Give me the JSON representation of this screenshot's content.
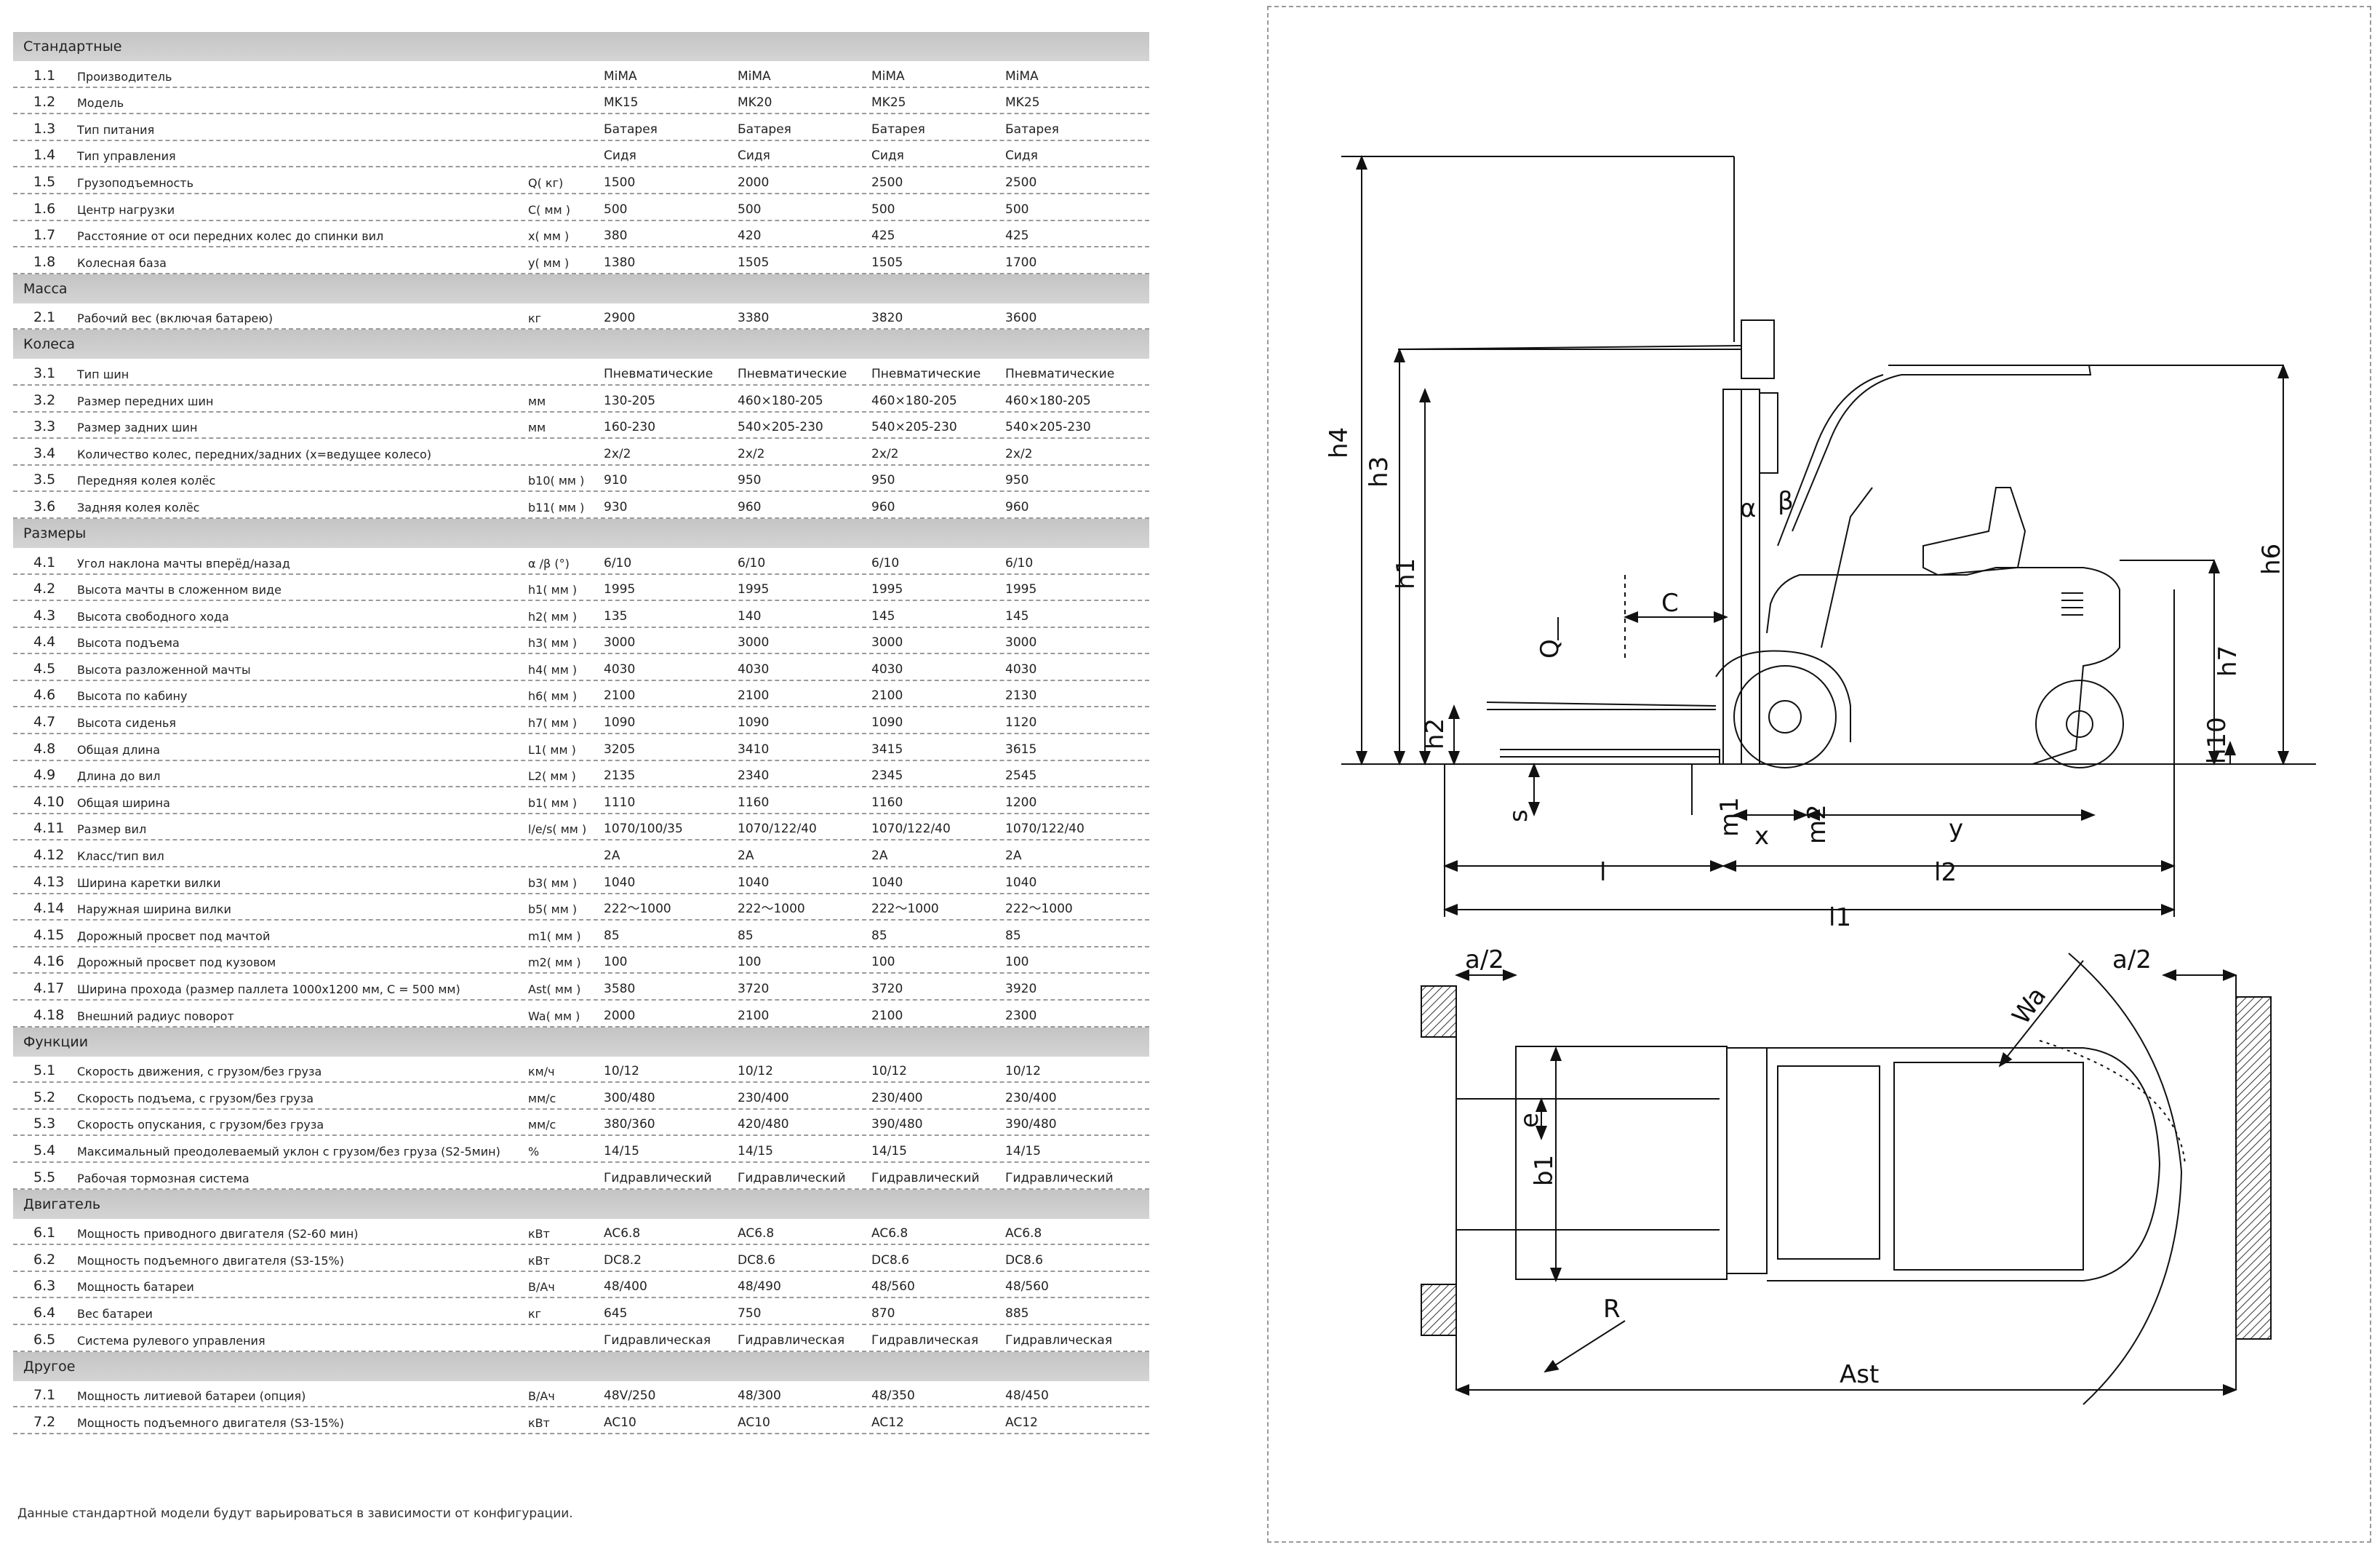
{
  "sections": [
    {
      "title": "Стандартные",
      "rows": [
        {
          "num": "1.1",
          "name": "Производитель",
          "unit": "",
          "v": [
            "MiMA",
            "MiMA",
            "MiMA",
            "MiMA"
          ]
        },
        {
          "num": "1.2",
          "name": "Модель",
          "unit": "",
          "v": [
            "MK15",
            "MK20",
            "MK25",
            "MK25"
          ]
        },
        {
          "num": "1.3",
          "name": "Тип питания",
          "unit": "",
          "v": [
            "Батарея",
            "Батарея",
            "Батарея",
            "Батарея"
          ]
        },
        {
          "num": "1.4",
          "name": "Тип управления",
          "unit": "",
          "v": [
            "Сидя",
            "Сидя",
            "Сидя",
            "Сидя"
          ]
        },
        {
          "num": "1.5",
          "name": "Грузоподъемность",
          "unit": "Q( кг)",
          "v": [
            "1500",
            "2000",
            "2500",
            "2500"
          ]
        },
        {
          "num": "1.6",
          "name": "Центр нагрузки",
          "unit": "C( мм )",
          "v": [
            "500",
            "500",
            "500",
            "500"
          ]
        },
        {
          "num": "1.7",
          "name": "Расстояние от оси передних колес до спинки вил",
          "unit": "x( мм )",
          "v": [
            "380",
            "420",
            "425",
            "425"
          ]
        },
        {
          "num": "1.8",
          "name": "Колесная база",
          "unit": "y( мм )",
          "v": [
            "1380",
            "1505",
            "1505",
            "1700"
          ]
        }
      ]
    },
    {
      "title": "Масса",
      "rows": [
        {
          "num": "2.1",
          "name": "Рабочий вес (включая батарею)",
          "unit": "кг",
          "v": [
            "2900",
            "3380",
            "3820",
            "3600"
          ]
        }
      ]
    },
    {
      "title": "Колеса",
      "rows": [
        {
          "num": "3.1",
          "name": "Тип шин",
          "unit": "",
          "v": [
            "Пневматические",
            "Пневматические",
            "Пневматические",
            "Пневматические"
          ]
        },
        {
          "num": "3.2",
          "name": "Размер передних шин",
          "unit": "мм",
          "v": [
            "130-205",
            "460×180-205",
            "460×180-205",
            "460×180-205"
          ]
        },
        {
          "num": "3.3",
          "name": "Размер задних шин",
          "unit": "мм",
          "v": [
            "160-230",
            "540×205-230",
            "540×205-230",
            "540×205-230"
          ]
        },
        {
          "num": "3.4",
          "name": "Количество колес, передних/задних (x=ведущее колесо)",
          "unit": "",
          "v": [
            "2x/2",
            "2x/2",
            "2x/2",
            "2x/2"
          ]
        },
        {
          "num": "3.5",
          "name": "Передняя колея колёс",
          "unit": "b10( мм )",
          "v": [
            "910",
            "950",
            "950",
            "950"
          ]
        },
        {
          "num": "3.6",
          "name": "Задняя колея колёс",
          "unit": "b11( мм )",
          "v": [
            "930",
            "960",
            "960",
            "960"
          ]
        }
      ]
    },
    {
      "title": "Размеры",
      "rows": [
        {
          "num": "4.1",
          "name": "Угол наклона мачты вперёд/назад",
          "unit": "α /β (°)",
          "v": [
            "6/10",
            "6/10",
            "6/10",
            "6/10"
          ]
        },
        {
          "num": "4.2",
          "name": "Высота мачты в сложенном виде",
          "unit": "h1( мм )",
          "v": [
            "1995",
            "1995",
            "1995",
            "1995"
          ]
        },
        {
          "num": "4.3",
          "name": "Высота свободного хода",
          "unit": "h2( мм )",
          "v": [
            "135",
            "140",
            "145",
            "145"
          ]
        },
        {
          "num": "4.4",
          "name": "Высота подъема",
          "unit": "h3( мм )",
          "v": [
            "3000",
            "3000",
            "3000",
            "3000"
          ]
        },
        {
          "num": "4.5",
          "name": "Высота разложенной мачты",
          "unit": "h4( мм )",
          "v": [
            "4030",
            "4030",
            "4030",
            "4030"
          ]
        },
        {
          "num": "4.6",
          "name": "Высота по кабину",
          "unit": "h6( мм )",
          "v": [
            "2100",
            "2100",
            "2100",
            "2130"
          ]
        },
        {
          "num": "4.7",
          "name": "Высота сиденья",
          "unit": "h7( мм )",
          "v": [
            "1090",
            "1090",
            "1090",
            "1120"
          ]
        },
        {
          "num": "4.8",
          "name": "Общая длина",
          "unit": "L1( мм )",
          "v": [
            "3205",
            "3410",
            "3415",
            "3615"
          ]
        },
        {
          "num": "4.9",
          "name": "Длина до вил",
          "unit": "L2( мм )",
          "v": [
            "2135",
            "2340",
            "2345",
            "2545"
          ]
        },
        {
          "num": "4.10",
          "name": "Общая ширина",
          "unit": "b1( мм )",
          "v": [
            "1110",
            "1160",
            "1160",
            "1200"
          ]
        },
        {
          "num": "4.11",
          "name": "Размер вил",
          "unit": "l/e/s( мм )",
          "v": [
            "1070/100/35",
            "1070/122/40",
            "1070/122/40",
            "1070/122/40"
          ]
        },
        {
          "num": "4.12",
          "name": "Класс/тип вил",
          "unit": "",
          "v": [
            "2A",
            "2A",
            "2A",
            "2A"
          ]
        },
        {
          "num": "4.13",
          "name": "Ширина каретки вилки",
          "unit": "b3( мм )",
          "v": [
            "1040",
            "1040",
            "1040",
            "1040"
          ]
        },
        {
          "num": "4.14",
          "name": "Наружная ширина вилки",
          "unit": "b5( мм )",
          "v": [
            "222～1000",
            "222～1000",
            "222～1000",
            "222～1000"
          ]
        },
        {
          "num": "4.15",
          "name": "Дорожный просвет под мачтой",
          "unit": "m1( мм )",
          "v": [
            "85",
            "85",
            "85",
            "85"
          ]
        },
        {
          "num": "4.16",
          "name": "Дорожный просвет под кузовом",
          "unit": "m2( мм )",
          "v": [
            "100",
            "100",
            "100",
            "100"
          ]
        },
        {
          "num": "4.17",
          "name": "Ширина прохода (размер паллета 1000x1200 мм, C = 500 мм)",
          "unit": "Ast( мм )",
          "v": [
            "3580",
            "3720",
            "3720",
            "3920"
          ]
        },
        {
          "num": "4.18",
          "name": "Внешний радиус поворот",
          "unit": "Wa( мм )",
          "v": [
            "2000",
            "2100",
            "2100",
            "2300"
          ]
        }
      ]
    },
    {
      "title": "Функции",
      "rows": [
        {
          "num": "5.1",
          "name": "Скорость движения, с грузом/без груза",
          "unit": "км/ч",
          "v": [
            "10/12",
            "10/12",
            "10/12",
            "10/12"
          ]
        },
        {
          "num": "5.2",
          "name": "Скорость подъема, с грузом/без груза",
          "unit": "мм/с",
          "v": [
            "300/480",
            "230/400",
            "230/400",
            "230/400"
          ]
        },
        {
          "num": "5.3",
          "name": "Скорость опускания, с грузом/без груза",
          "unit": "мм/с",
          "v": [
            "380/360",
            "420/480",
            "390/480",
            "390/480"
          ]
        },
        {
          "num": "5.4",
          "name": "Максимальный преодолеваемый уклон с грузом/без груза (S2-5мин)",
          "unit": "%",
          "v": [
            "14/15",
            "14/15",
            "14/15",
            "14/15"
          ]
        },
        {
          "num": "5.5",
          "name": "Рабочая тормозная система",
          "unit": "",
          "v": [
            "Гидравлический",
            "Гидравлический",
            "Гидравлический",
            "Гидравлический"
          ]
        }
      ]
    },
    {
      "title": "Двигатель",
      "rows": [
        {
          "num": "6.1",
          "name": "Мощность приводного двигателя (S2-60 мин)",
          "unit": "кВт",
          "v": [
            "AC6.8",
            "AC6.8",
            "AC6.8",
            "AC6.8"
          ]
        },
        {
          "num": "6.2",
          "name": "Мощность подъемного двигателя (S3-15%)",
          "unit": "кВт",
          "v": [
            "DC8.2",
            "DC8.6",
            "DC8.6",
            "DC8.6"
          ]
        },
        {
          "num": "6.3",
          "name": "Мощность батареи",
          "unit": "В/Ач",
          "v": [
            "48/400",
            "48/490",
            "48/560",
            "48/560"
          ]
        },
        {
          "num": "6.4",
          "name": "Вес батареи",
          "unit": "кг",
          "v": [
            "645",
            "750",
            "870",
            "885"
          ]
        },
        {
          "num": "6.5",
          "name": "Система рулевого управления",
          "unit": "",
          "v": [
            "Гидравлическая",
            "Гидравлическая",
            "Гидравлическая",
            "Гидравлическая"
          ]
        }
      ]
    },
    {
      "title": "Другое",
      "rows": [
        {
          "num": "7.1",
          "name": "Мощность литиевой батареи (опция)",
          "unit": "В/Ач",
          "v": [
            "48V/250",
            "48/300",
            "48/350",
            "48/450"
          ]
        },
        {
          "num": "7.2",
          "name": "Мощность подъемного двигателя (S3-15%)",
          "unit": "кВт",
          "v": [
            "AC10",
            "AC10",
            "AC12",
            "AC12"
          ]
        }
      ]
    }
  ],
  "footnote": "Данные стандартной модели будут варьироваться в зависимости от конфигурации.",
  "drawing_labels": {
    "h4": "h4",
    "h3": "h3",
    "h1": "h1",
    "h2": "h2",
    "h6": "h6",
    "h7": "h7",
    "h10": "h10",
    "c": "C",
    "q": "Q",
    "alpha": "α",
    "beta": "β",
    "s": "s",
    "m1": "m1",
    "m2": "m2",
    "x": "x",
    "y": "y",
    "l": "l",
    "l2": "l2",
    "l1": "l1",
    "a2_left": "a/2",
    "a2_right": "a/2",
    "wa": "Wa",
    "e": "e",
    "b1": "b1",
    "r": "R",
    "ast": "Ast"
  }
}
